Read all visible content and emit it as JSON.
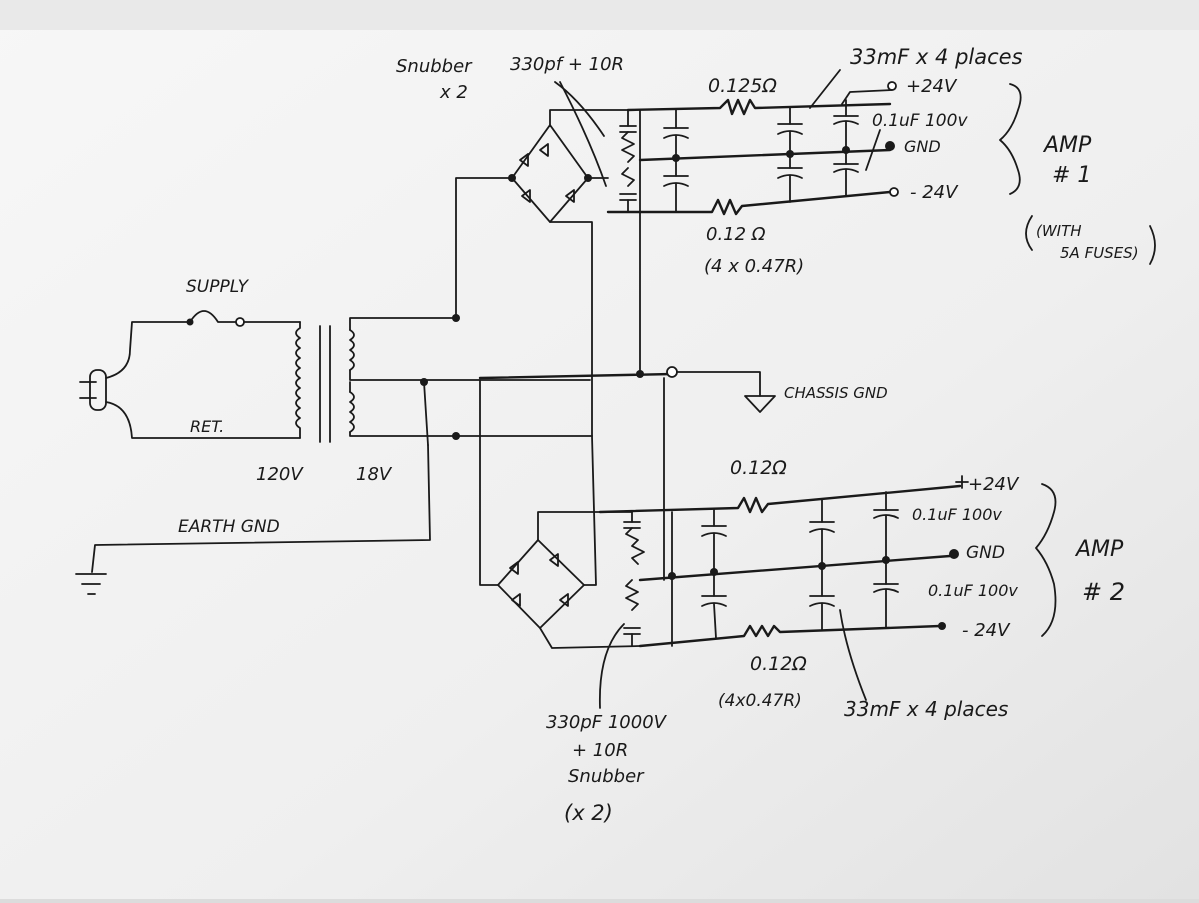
{
  "labels": {
    "snubber_top_a": "Snubber",
    "snubber_top_b": "330pf + 10R",
    "snubber_top_c": "x 2",
    "r_top_upper": "0.125Ω",
    "r_top_lower": "0.12 Ω",
    "r_top_lower_note": "(4 x 0.47R)",
    "caps_top": "33mF x 4 places",
    "cap_small_top": "0.1uF 100v",
    "amp1_pos": "+24V",
    "amp1_gnd": "GND",
    "amp1_neg": "- 24V",
    "amp1_name_a": "AMP",
    "amp1_name_b": "# 1",
    "amp1_note_a": "(WITH",
    "amp1_note_b": "5A FUSES)",
    "supply": "SUPPLY",
    "ret": "RET.",
    "v_primary": "120V",
    "v_secondary": "18V",
    "chassis_gnd": "CHASSIS GND",
    "earth_gnd": "EARTH GND",
    "r_bot_upper": "0.12Ω",
    "amp2_pos": "+24V",
    "cap_small_bot_a": "0.1uF 100v",
    "amp2_gnd": "GND",
    "cap_small_bot_b": "0.1uF 100v",
    "amp2_neg": "- 24V",
    "amp2_name_a": "AMP",
    "amp2_name_b": "# 2",
    "r_bot_lower": "0.12Ω",
    "r_bot_lower_note": "(4x0.47R)",
    "caps_bot": "33mF x 4 places",
    "snubber_bot_a": "330pF 1000V",
    "snubber_bot_b": "+ 10R",
    "snubber_bot_c": "Snubber",
    "snubber_bot_d": "(x 2)"
  }
}
